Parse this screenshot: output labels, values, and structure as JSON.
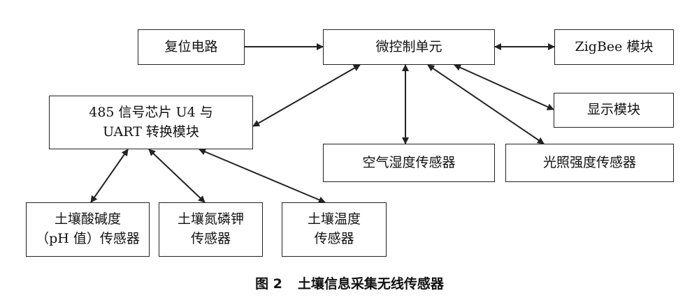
{
  "nodes": {
    "reset_circuit": "复位电路",
    "mcu": "微控制单元",
    "zigbee": "ZigBee 模块",
    "rs485_uart": "485 信号芯片 U4 与\nUART 转换模块",
    "display": "显示模块",
    "air_humidity": "空气湿度传感器",
    "light_intensity": "光照强度传感器",
    "soil_ph": "土壤酸碱度\n（pH 值）传感器",
    "soil_npk": "土壤氮磷钾\n传感器",
    "soil_temperature": "土壤温度\n传感器"
  },
  "caption": {
    "number": "图 2",
    "title": "土壤信息采集无线传感器"
  }
}
